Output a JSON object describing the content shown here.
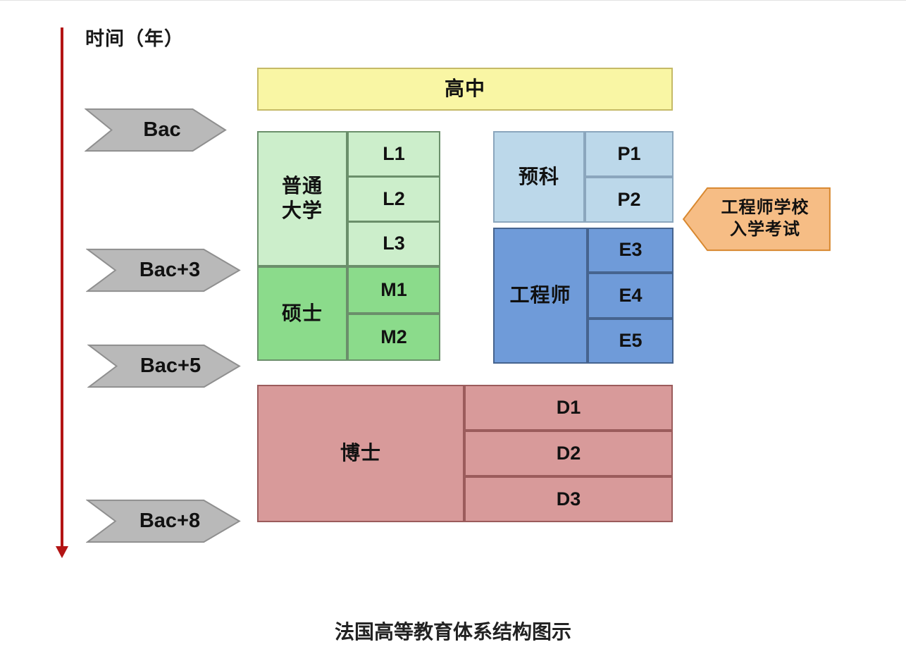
{
  "caption": "法国高等教育体系结构图示",
  "time_axis": {
    "label": "时间（年）"
  },
  "milestones": [
    {
      "label": "Bac"
    },
    {
      "label": "Bac+3"
    },
    {
      "label": "Bac+5"
    },
    {
      "label": "Bac+8"
    }
  ],
  "high_school": {
    "label": "高中"
  },
  "university": {
    "label": "普通\n大学",
    "levels": [
      "L1",
      "L2",
      "L3"
    ]
  },
  "master": {
    "label": "硕士",
    "levels": [
      "M1",
      "M2"
    ]
  },
  "prepa": {
    "label": "预科",
    "levels": [
      "P1",
      "P2"
    ]
  },
  "engineer": {
    "label": "工程师",
    "levels": [
      "E3",
      "E4",
      "E5"
    ]
  },
  "exam_note": {
    "label": "工程师学校\n入学考试"
  },
  "doctorate": {
    "label": "博士",
    "levels": [
      "D1",
      "D2",
      "D3"
    ]
  },
  "colors": {
    "highschool-fill": "#f9f6a4",
    "highschool-border": "#c5ba67",
    "green-light": "#cceecb",
    "green-dark": "#8bdb8b",
    "green-border": "#6b8f6b",
    "blue-light": "#bcd8ea",
    "blue-light-border": "#8ba6bd",
    "blue-dark": "#6f9bd9",
    "blue-dark-border": "#46648f",
    "pink-fill": "#d89a9a",
    "pink-border": "#9b5c5c",
    "gray-fill": "#b9b9b9",
    "gray-border": "#8f8f8f",
    "orange-fill": "#f6bd85",
    "orange-border": "#d8882f",
    "axis-red": "#b31414",
    "text": "#111111"
  }
}
